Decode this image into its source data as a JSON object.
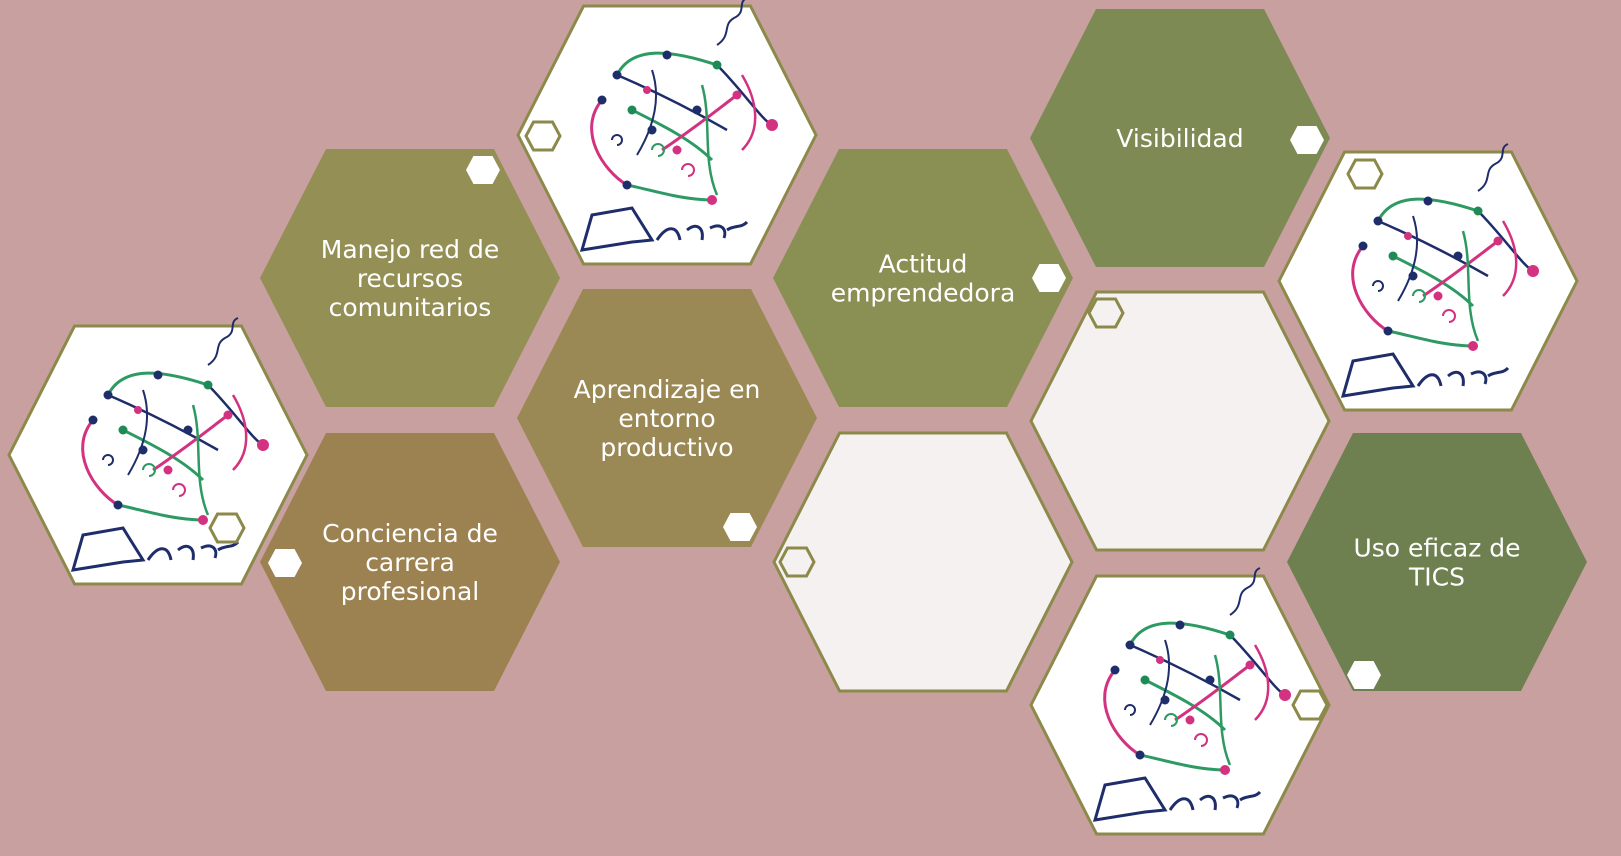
{
  "background": "#c9a0a0",
  "hexagons": [
    {
      "id": "recursos",
      "kind": "text",
      "lines": [
        "Manejo red de",
        "recursos",
        "comunitarios"
      ],
      "fill": "#948f55",
      "text_color": "#ffffff"
    },
    {
      "id": "carrera",
      "kind": "text",
      "lines": [
        "Conciencia de",
        "carrera",
        "profesional"
      ],
      "fill": "#9c8151",
      "text_color": "#ffffff"
    },
    {
      "id": "aprendizaje",
      "kind": "text",
      "lines": [
        "Aprendizaje en",
        "entorno",
        "productivo"
      ],
      "fill": "#9b8955",
      "text_color": "#ffffff"
    },
    {
      "id": "actitud",
      "kind": "text",
      "lines": [
        "Actitud",
        "emprendedora"
      ],
      "fill": "#8a8f54",
      "text_color": "#ffffff"
    },
    {
      "id": "visibilidad",
      "kind": "text",
      "lines": [
        "Visibilidad"
      ],
      "fill": "#7e8a53",
      "text_color": "#ffffff"
    },
    {
      "id": "tics",
      "kind": "text",
      "lines": [
        "Uso eficaz de",
        "TICS"
      ],
      "fill": "#6f8050",
      "text_color": "#ffffff"
    },
    {
      "id": "logo-top",
      "kind": "logo",
      "fill": "#ffffff"
    },
    {
      "id": "logo-left",
      "kind": "logo",
      "fill": "#ffffff"
    },
    {
      "id": "logo-right",
      "kind": "logo",
      "fill": "#ffffff"
    },
    {
      "id": "logo-bottom",
      "kind": "logo",
      "fill": "#ffffff"
    },
    {
      "id": "blank-center",
      "kind": "blank",
      "fill": "#f5f1f1"
    },
    {
      "id": "blank-right",
      "kind": "blank",
      "fill": "#f5f1f1"
    }
  ],
  "logo": {
    "caption": "Macr",
    "colors": {
      "green": "#2e9a63",
      "pink": "#d2327f",
      "navy": "#1f2d6a",
      "outline": "#8c8a4a"
    }
  }
}
